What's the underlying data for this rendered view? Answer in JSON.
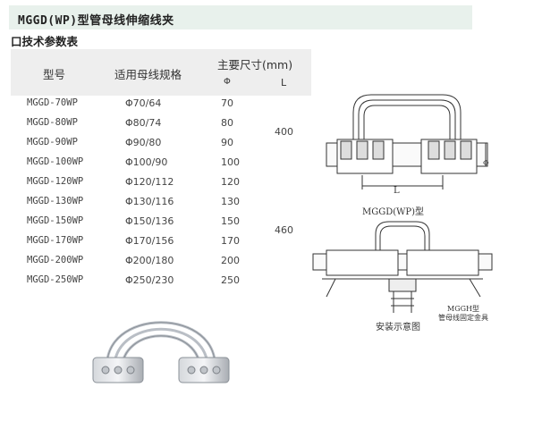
{
  "header": {
    "title": "MGGD(WP)型管母线伸缩线夹",
    "subtitle": "口技术参数表"
  },
  "table": {
    "col_model": "型号",
    "col_spec": "适用母线规格",
    "col_dims": "主要尺寸(mm)",
    "col_phi": "Φ",
    "col_l": "L",
    "rows": [
      {
        "model": "MGGD-70WP",
        "spec": "Φ70/64",
        "phi": "70"
      },
      {
        "model": "MGGD-80WP",
        "spec": "Φ80/74",
        "phi": "80"
      },
      {
        "model": "MGGD-90WP",
        "spec": "Φ90/80",
        "phi": "90"
      },
      {
        "model": "MGGD-100WP",
        "spec": "Φ100/90",
        "phi": "100"
      },
      {
        "model": "MGGD-120WP",
        "spec": "Φ120/112",
        "phi": "120"
      },
      {
        "model": "MGGD-130WP",
        "spec": "Φ130/116",
        "phi": "130"
      },
      {
        "model": "MGGD-150WP",
        "spec": "Φ150/136",
        "phi": "150"
      },
      {
        "model": "MGGD-170WP",
        "spec": "Φ170/156",
        "phi": "170"
      },
      {
        "model": "MGGD-200WP",
        "spec": "Φ200/180",
        "phi": "200"
      },
      {
        "model": "MGGD-250WP",
        "spec": "Φ250/230",
        "phi": "250"
      }
    ],
    "l_group1": "400",
    "l_group2": "460"
  },
  "diagram": {
    "top_caption": "MGGD(WP)型",
    "dim_l": "L",
    "dim_phi": "Φ",
    "bottom_caption": "安装示意图",
    "note_line1": "MGGH型",
    "note_line2": "管母线固定金具"
  }
}
